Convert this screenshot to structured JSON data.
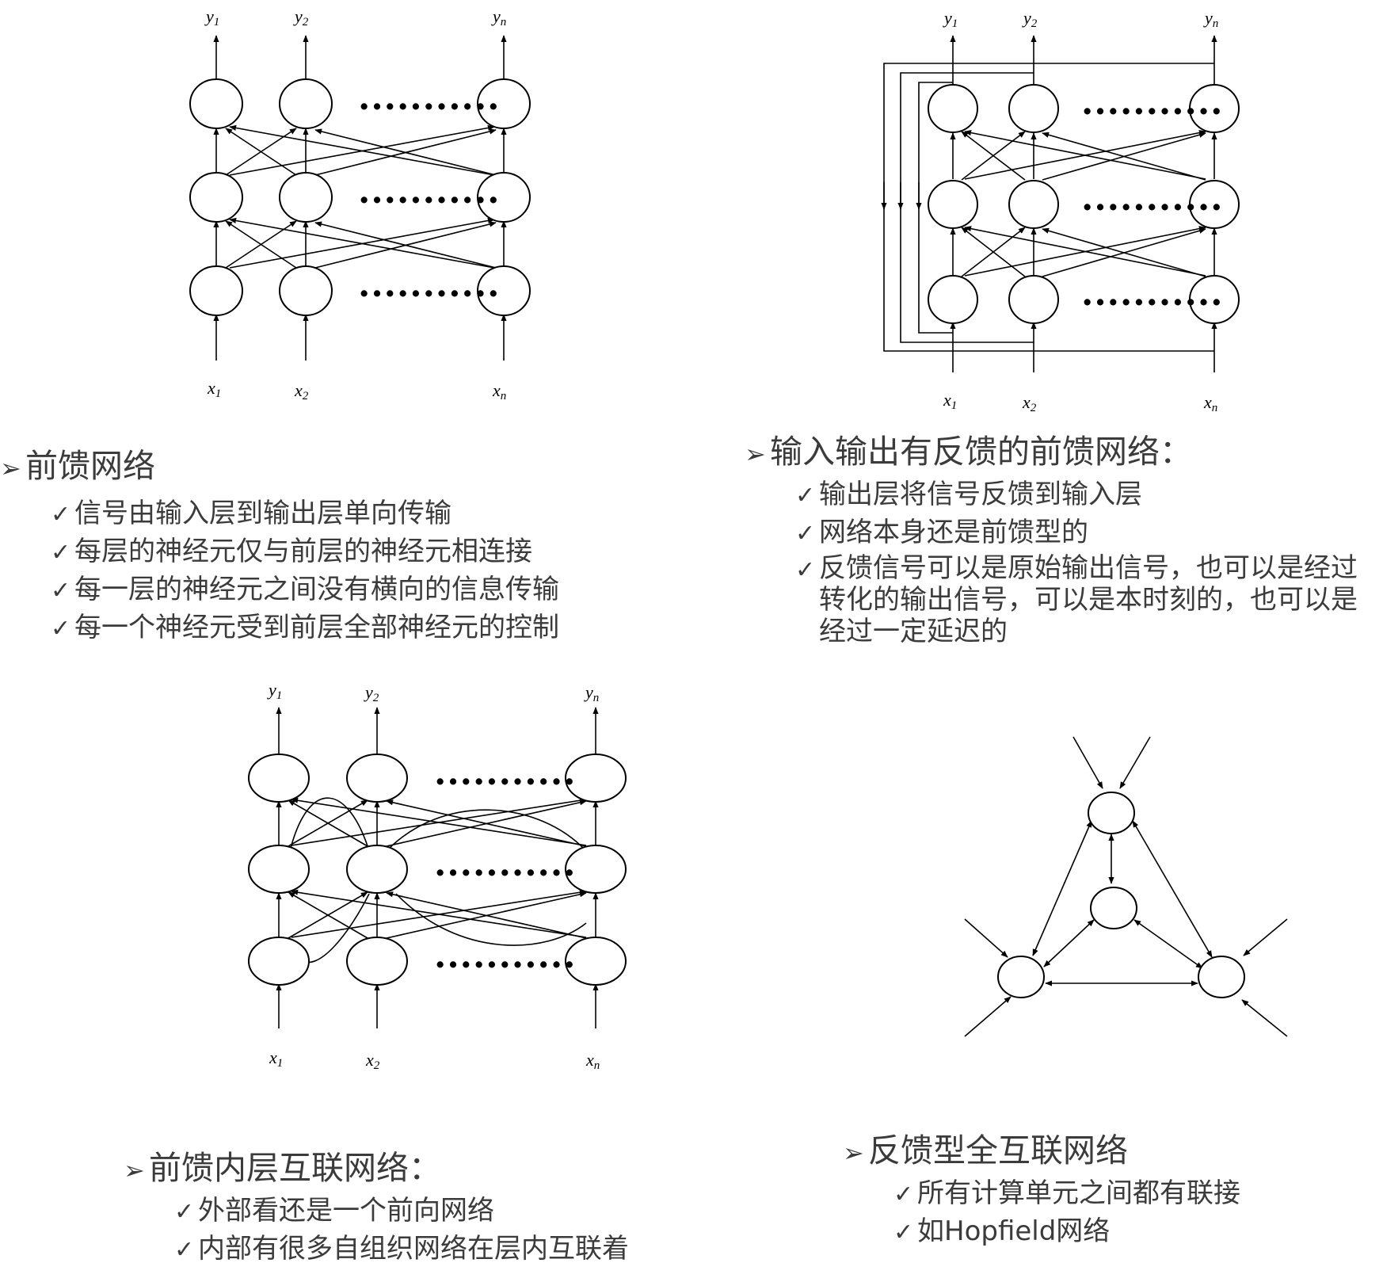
{
  "labels": {
    "y1": "y",
    "y1_sub": "1",
    "y2": "y",
    "y2_sub": "2",
    "yn": "y",
    "yn_sub": "n",
    "x1": "x",
    "x1_sub": "1",
    "x2": "x",
    "x2_sub": "2",
    "xn": "x",
    "xn_sub": "n",
    "ellipsis": "..........."
  },
  "panel_feedforward": {
    "heading": "前馈网络",
    "items": [
      "信号由输入层到输出层单向传输",
      "每层的神经元仅与前层的神经元相连接",
      "每一层的神经元之间没有横向的信息传输",
      "每一个神经元受到前层全部神经元的控制"
    ]
  },
  "panel_io_feedback": {
    "heading": "输入输出有反馈的前馈网络：",
    "items": [
      "输出层将信号反馈到输入层",
      "网络本身还是前馈型的",
      "反馈信号可以是原始输出信号，也可以是经过转化的输出信号，可以是本时刻的，也可以是经过一定延迟的"
    ]
  },
  "panel_intralayer": {
    "heading": "前馈内层互联网络：",
    "items": [
      "外部看还是一个前向网络",
      "内部有很多自组织网络在层内互联着"
    ]
  },
  "panel_full_feedback": {
    "heading": "反馈型全互联网络",
    "items": [
      "所有计算单元之间都有联接",
      "如Hopfield网络"
    ]
  },
  "icons": {
    "bullet": "arrowhead-bullet-icon",
    "check": "checkmark-icon"
  },
  "colors": {
    "text": "#3b3b3b",
    "line": "#000000"
  }
}
